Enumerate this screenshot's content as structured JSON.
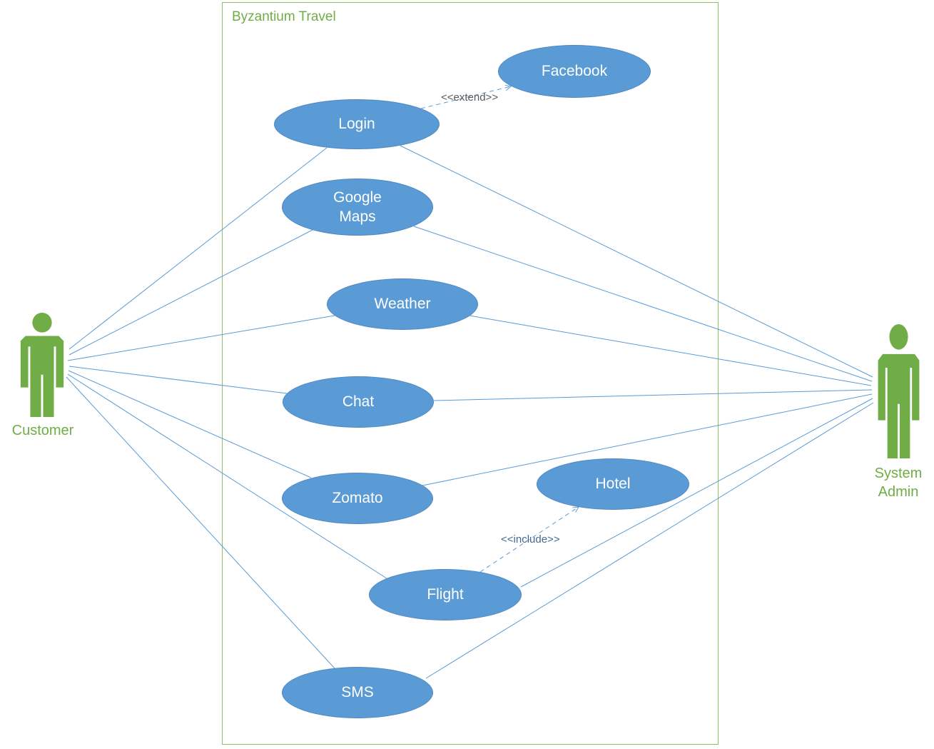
{
  "diagram": {
    "type": "uml-use-case",
    "system_boundary": {
      "title": "Byzantium Travel"
    },
    "actors": [
      {
        "id": "customer",
        "label": "Customer"
      },
      {
        "id": "system-admin",
        "label": "System Admin"
      }
    ],
    "use_cases": [
      {
        "id": "facebook",
        "label": "Facebook"
      },
      {
        "id": "login",
        "label": "Login"
      },
      {
        "id": "google-maps",
        "label": "Google Maps"
      },
      {
        "id": "weather",
        "label": "Weather"
      },
      {
        "id": "chat",
        "label": "Chat"
      },
      {
        "id": "zomato",
        "label": "Zomato"
      },
      {
        "id": "hotel",
        "label": "Hotel"
      },
      {
        "id": "flight",
        "label": "Flight"
      },
      {
        "id": "sms",
        "label": "SMS"
      }
    ],
    "relationships": {
      "extend": {
        "label": "<<extend>>",
        "from": "Login",
        "to": "Facebook"
      },
      "include": {
        "label": "<<include>>",
        "from": "Flight",
        "to": "Hotel"
      }
    },
    "associations": [
      {
        "from": "Customer",
        "to": "Login"
      },
      {
        "from": "Customer",
        "to": "Google Maps"
      },
      {
        "from": "Customer",
        "to": "Weather"
      },
      {
        "from": "Customer",
        "to": "Chat"
      },
      {
        "from": "Customer",
        "to": "Zomato"
      },
      {
        "from": "Customer",
        "to": "Flight"
      },
      {
        "from": "Customer",
        "to": "SMS"
      },
      {
        "from": "System Admin",
        "to": "Login"
      },
      {
        "from": "System Admin",
        "to": "Google Maps"
      },
      {
        "from": "System Admin",
        "to": "Weather"
      },
      {
        "from": "System Admin",
        "to": "Chat"
      },
      {
        "from": "System Admin",
        "to": "Zomato"
      },
      {
        "from": "System Admin",
        "to": "Flight"
      },
      {
        "from": "System Admin",
        "to": "SMS"
      }
    ],
    "colors": {
      "use_case_fill": "#5b9bd5",
      "use_case_border": "#4e87c2",
      "connector": "#5b9bd5",
      "actor": "#70ad47",
      "boundary_border": "#8fbe67",
      "title_text": "#70ad47",
      "extend_label": "#595959",
      "include_label": "#44678f",
      "use_case_text": "#ffffff"
    }
  }
}
